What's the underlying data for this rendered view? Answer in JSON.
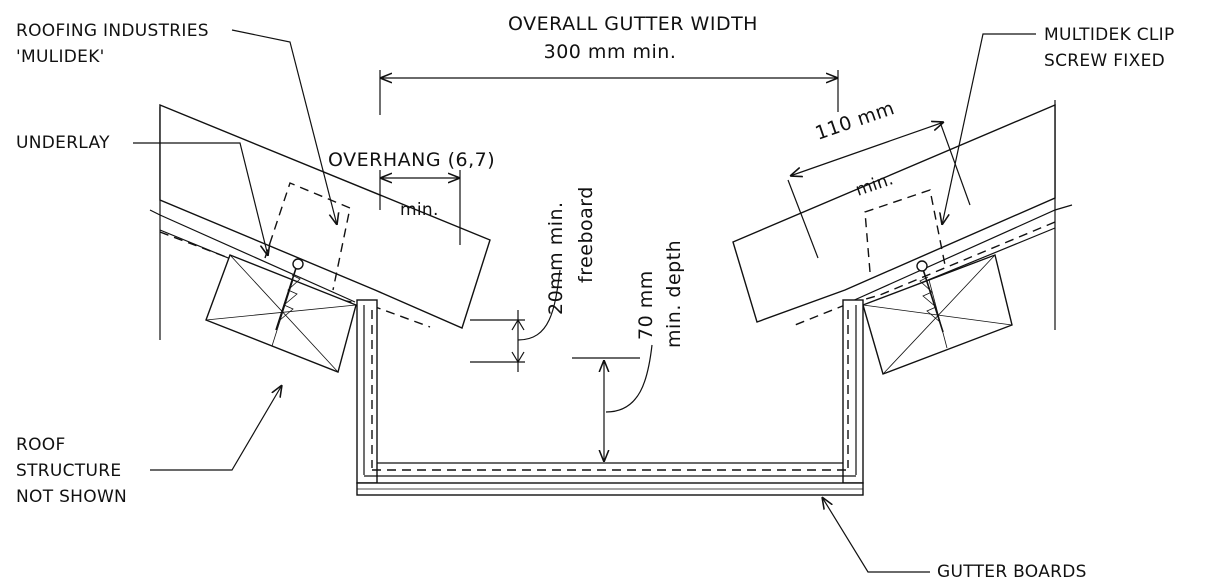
{
  "labels": {
    "overall_width_line1": "OVERALL GUTTER WIDTH",
    "overall_width_line2": "300 mm min.",
    "roofing_line1": "ROOFING INDUSTRIES",
    "roofing_line2": "'MULIDEK'",
    "underlay": "UNDERLAY",
    "overhang": "OVERHANG (6,7)",
    "overhang_min": "min.",
    "freeboard_line1": "20mm min.",
    "freeboard_line2": "freeboard",
    "depth_line1": "70 mm",
    "depth_line2": "min. depth",
    "clip_line1": "MULTIDEK CLIP",
    "clip_line2": "SCREW FIXED",
    "clip_dim": "110 mm",
    "clip_min": "min.",
    "roof_line1": "ROOF",
    "roof_line2": "STRUCTURE",
    "roof_line3": "NOT SHOWN",
    "gutter_boards": "GUTTER BOARDS"
  }
}
